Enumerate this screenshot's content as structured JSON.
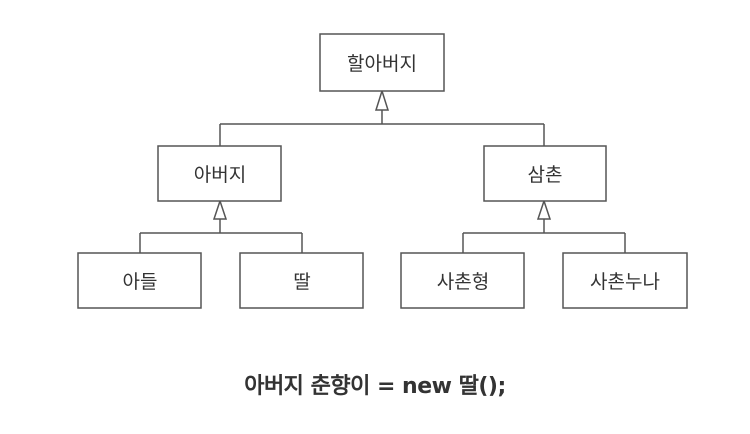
{
  "diagram": {
    "nodes": {
      "grandfather": "할아버지",
      "father": "아버지",
      "uncle": "삼촌",
      "son": "아들",
      "daughter": "딸",
      "cousin_brother": "사촌형",
      "cousin_sister": "사촌누나"
    },
    "caption": "아버지 춘향이 = new 딸();"
  }
}
